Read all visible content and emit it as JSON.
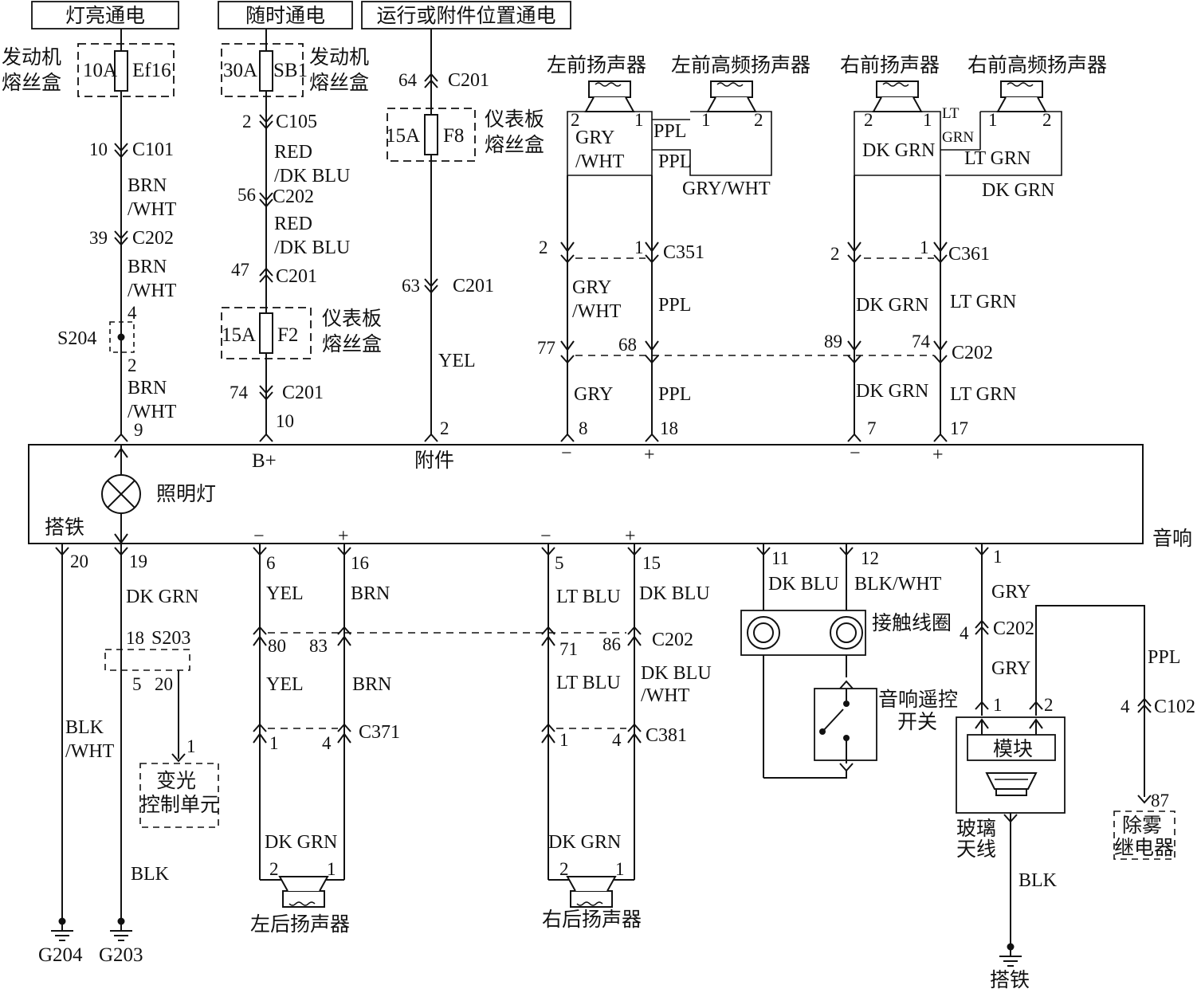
{
  "power": {
    "lamp_on": "灯亮通电",
    "always_on": "随时通电",
    "run_acc": "运行或附件位置通电"
  },
  "fuses": {
    "ef16": {
      "rating": "10A",
      "name": "Ef16",
      "box": "发动机熔丝盒"
    },
    "sb1": {
      "rating": "30A",
      "name": "SB1",
      "box": "发动机熔丝盒"
    },
    "f8": {
      "rating": "15A",
      "name": "F8",
      "box": "仪表板熔丝盒"
    },
    "f2": {
      "rating": "15A",
      "name": "F2",
      "box": "仪表板熔丝盒"
    }
  },
  "speakers": {
    "lf": "左前扬声器",
    "lf_tw": "左前高频扬声器",
    "rf": "右前扬声器",
    "rf_tw": "右前高频扬声器",
    "lr": "左后扬声器",
    "rr": "右后扬声器"
  },
  "radio": {
    "name": "音响",
    "lamp": "照明灯",
    "gnd_label": "搭铁",
    "bplus": "B+",
    "acc": "附件"
  },
  "components": {
    "dimmer": "变光控制单元",
    "clock_spring": "接触线圈",
    "remote_switch": "音响遥控开关",
    "module": "模块",
    "antenna": "玻璃天线",
    "defog_relay": "除雾继电器"
  },
  "splices": {
    "s204": "S204",
    "s203": "S203"
  },
  "grounds": {
    "g204": "G204",
    "g203": "G203",
    "chassis": "搭铁"
  },
  "connectors": {
    "c101": "C101",
    "c102": "C102",
    "c105": "C105",
    "c201": "C201",
    "c202": "C202",
    "c351": "C351",
    "c361": "C361",
    "c371": "C371",
    "c381": "C381"
  },
  "wires": {
    "brn_wht": [
      "BRN",
      "/WHT"
    ],
    "red_dkblu": [
      "RED",
      "/DK BLU"
    ],
    "gry_wht": [
      "GRY",
      "/WHT"
    ],
    "gry_wht_inline": "GRY/WHT",
    "dkblu_wht": [
      "DK BLU",
      "/WHT"
    ],
    "blk_wht": [
      "BLK",
      "/WHT"
    ],
    "blk_wht_inline": "BLK/WHT",
    "lt_grn_tag": [
      "LT",
      "GRN"
    ],
    "yel": "YEL",
    "ppl": "PPL",
    "gry": "GRY",
    "dk_grn": "DK GRN",
    "lt_grn": "LT GRN",
    "dk_blu": "DK BLU",
    "lt_blu": "LT BLU",
    "brn": "BRN",
    "blk": "BLK"
  },
  "pins": {
    "p1": "1",
    "p2": "2",
    "p4": "4",
    "p5": "5",
    "p6": "6",
    "p7": "7",
    "p8": "8",
    "p9": "9",
    "p10": "10",
    "p11": "11",
    "p12": "12",
    "p15": "15",
    "p16": "16",
    "p17": "17",
    "p18": "18",
    "p19": "19",
    "p20": "20",
    "p39": "39",
    "p47": "47",
    "p56": "56",
    "p63": "63",
    "p64": "64",
    "p68": "68",
    "p71": "71",
    "p74": "74",
    "p77": "77",
    "p80": "80",
    "p83": "83",
    "p86": "86",
    "p87": "87",
    "p89": "89"
  },
  "signs": {
    "neg": "−",
    "pos": "+"
  }
}
